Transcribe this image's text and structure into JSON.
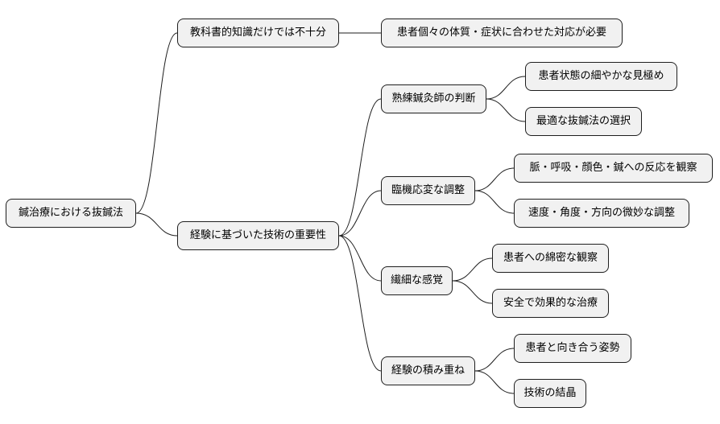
{
  "mindmap": {
    "root": "鍼治療における抜鍼法",
    "branches": [
      {
        "label": "教科書的知識だけでは不十分",
        "children": [
          "患者個々の体質・症状に合わせた対応が必要"
        ]
      },
      {
        "label": "経験に基づいた技術の重要性",
        "children": [
          {
            "label": "熟練鍼灸師の判断",
            "children": [
              "患者状態の細やかな見極め",
              "最適な抜鍼法の選択"
            ]
          },
          {
            "label": "臨機応変な調整",
            "children": [
              "脈・呼吸・顔色・鍼への反応を観察",
              "速度・角度・方向の微妙な調整"
            ]
          },
          {
            "label": "繊細な感覚",
            "children": [
              "患者への綿密な観察",
              "安全で効果的な治療"
            ]
          },
          {
            "label": "経験の積み重ね",
            "children": [
              "患者と向き合う姿勢",
              "技術の結晶"
            ]
          }
        ]
      }
    ]
  },
  "colors": {
    "node_fill": "#f1f1f1",
    "stroke": "#1e1e1e"
  }
}
